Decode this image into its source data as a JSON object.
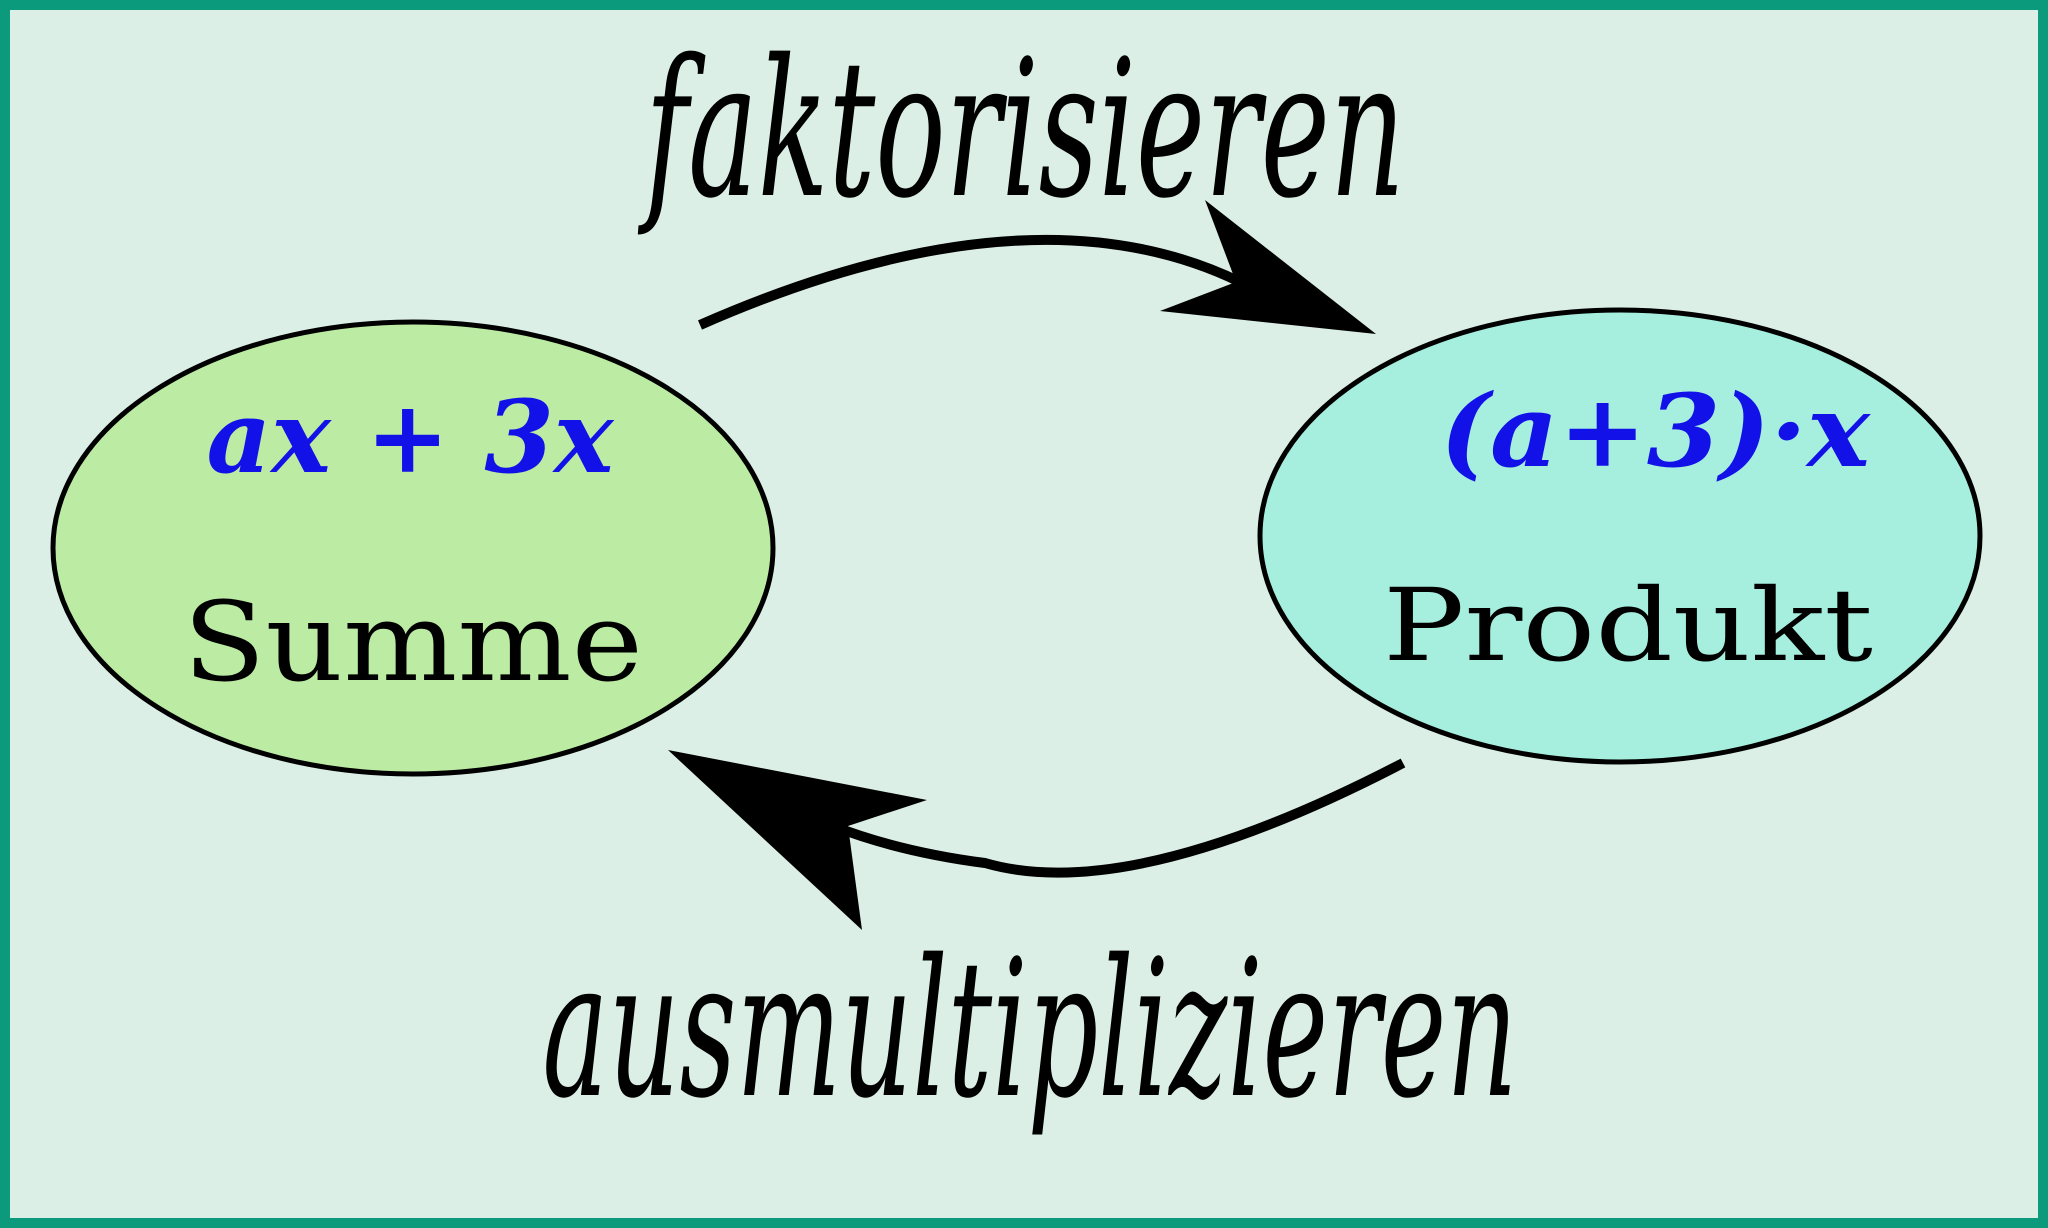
{
  "colors": {
    "background": "#dbefe6",
    "frame": "#0b9a7c",
    "sum_fill": "#bcebA3",
    "product_fill": "#a6efdf",
    "math_text": "#1212e8",
    "label_text": "#000000",
    "arrow": "#000000"
  },
  "sum_node": {
    "expression": "ax + 3x",
    "label": "Summe"
  },
  "product_node": {
    "expression": "(a+3)·x",
    "label": "Produkt"
  },
  "top_arrow": {
    "label": "faktorisieren"
  },
  "bottom_arrow": {
    "label": "ausmultiplizieren"
  }
}
